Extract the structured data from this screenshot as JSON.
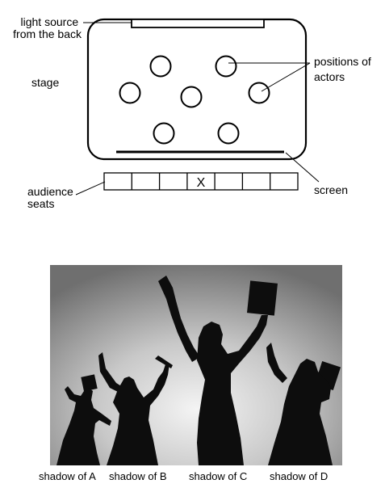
{
  "stage_diagram": {
    "labels": {
      "light_source_line1": "light source",
      "light_source_line2": "from the back",
      "stage": "stage",
      "positions_line1": "positions of",
      "positions_line2": "actors",
      "screen": "screen",
      "audience_line1": "audience",
      "audience_line2": "seats"
    },
    "seat_count": 7,
    "marked_seat_index": 3,
    "marked_seat_label": "X",
    "actor_count": 7
  },
  "shadow_photo": {
    "captions": [
      "shadow of A",
      "shadow of B",
      "shadow of C",
      "shadow of D"
    ],
    "colors": {
      "background_center": "#f4f4f4",
      "background_edge": "#7a7a7a",
      "silhouette": "#0d0d0d"
    }
  }
}
